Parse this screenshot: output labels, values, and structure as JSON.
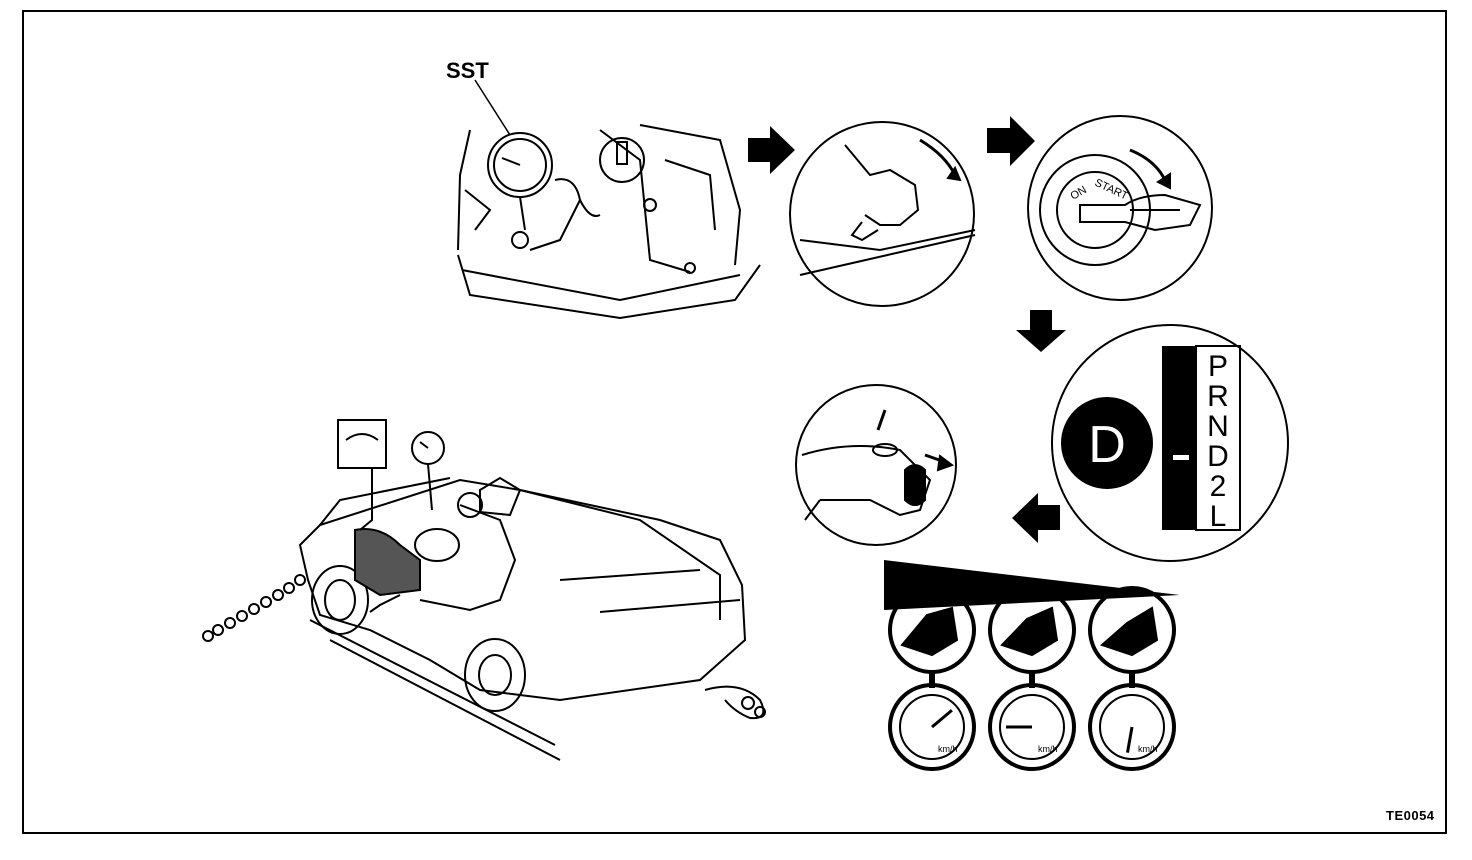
{
  "labels": {
    "sst": "SST",
    "figure_code": "TE0054",
    "key_on": "ON",
    "key_start": "START",
    "shift_selected": "D",
    "shift_positions": [
      "P",
      "R",
      "N",
      "D",
      "2",
      "L"
    ],
    "speed_unit": "km/h"
  },
  "colors": {
    "ink": "#000000",
    "paper": "#ffffff",
    "shade": "#555555"
  },
  "icons": [
    "arrow-right-icon",
    "arrow-down-icon",
    "arrow-left-icon",
    "pressure-gauge-icon",
    "speedometer-icon",
    "ignition-key-icon",
    "brake-pedal-icon",
    "accelerator-pedal-icon"
  ]
}
